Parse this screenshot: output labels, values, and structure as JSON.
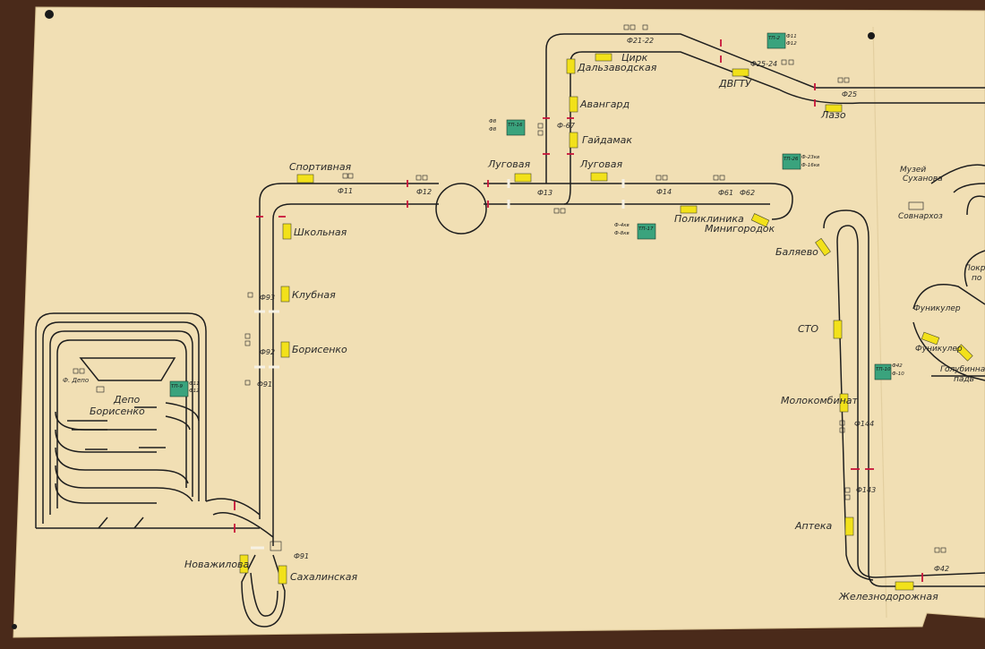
{
  "stations": [
    {
      "id": "sportivnaya",
      "text": "Спортивная"
    },
    {
      "id": "shkolnaya",
      "text": "Школьная"
    },
    {
      "id": "klubnaya",
      "text": "Клубная"
    },
    {
      "id": "borisenko",
      "text": "Борисенко"
    },
    {
      "id": "lugovaya1",
      "text": "Луговая"
    },
    {
      "id": "lugovaya2",
      "text": "Луговая"
    },
    {
      "id": "avangard",
      "text": "Авангард"
    },
    {
      "id": "gaydamak",
      "text": "Гайдамак"
    },
    {
      "id": "dalzavodskaya",
      "text": "Дальзаводская"
    },
    {
      "id": "tsirk",
      "text": "Цирк"
    },
    {
      "id": "dvgtu",
      "text": "ДВГТУ"
    },
    {
      "id": "lazo",
      "text": "Лазо"
    },
    {
      "id": "poliklinika",
      "text": "Поликлиника"
    },
    {
      "id": "minigorodok",
      "text": "Минигородок"
    },
    {
      "id": "balyaevo",
      "text": "Баляево"
    },
    {
      "id": "sto",
      "text": "СТО"
    },
    {
      "id": "molokombinat",
      "text": "Молокомбинат"
    },
    {
      "id": "apteka",
      "text": "Аптека"
    },
    {
      "id": "zheleznodorozhnaya",
      "text": "Железнодорожная"
    },
    {
      "id": "novazhilova",
      "text": "Новажилова"
    },
    {
      "id": "sakhalinskaya",
      "text": "Сахалинская"
    },
    {
      "id": "muzey",
      "text": "Музей"
    },
    {
      "id": "sukhanova",
      "text": "Суханова"
    },
    {
      "id": "sovnarkhoz",
      "text": "Совнархоз"
    },
    {
      "id": "funikuler1",
      "text": "Фуникулер"
    },
    {
      "id": "funikuler2",
      "text": "Фуникулер"
    },
    {
      "id": "golubinaya",
      "text": "Голубинная"
    },
    {
      "id": "pad",
      "text": "падь"
    },
    {
      "id": "pokr",
      "text": "Покр"
    },
    {
      "id": "po",
      "text": "по"
    }
  ],
  "depot": {
    "title": "Депо",
    "name": "Борисенко",
    "feeder": "Ф. Депо"
  },
  "feeders": [
    "Ф11",
    "Ф12",
    "Ф13",
    "Ф14",
    "Ф61",
    "Ф62",
    "Ф25",
    "Ф25-24",
    "Ф21-22",
    "Ф93",
    "Ф92",
    "Ф91",
    "Ф91",
    "Ф144",
    "Ф143",
    "Ф42",
    "Ф-67"
  ],
  "substations": [
    {
      "id": "ts2",
      "no": "ТП-2",
      "l1": "Ф11",
      "l2": "Ф12"
    },
    {
      "id": "ts16",
      "no": "ТП-16",
      "l1": "Ф8",
      "l2": "Ф8"
    },
    {
      "id": "ts17",
      "no": "ТП-17",
      "l1": "Ф-4кв",
      "l2": "Ф-8кв"
    },
    {
      "id": "ts26",
      "no": "ТП-26",
      "l1": "Ф-23кв",
      "l2": "Ф-16кв"
    },
    {
      "id": "ts9",
      "no": "ТП-9",
      "l1": "Ф11",
      "l2": "Ф12"
    },
    {
      "id": "ts10",
      "no": "ТП-10",
      "l1": "Ф42",
      "l2": "Ф-10"
    }
  ],
  "colors": {
    "paper": "#f1dfb4",
    "track": "#1e1e1e",
    "stop": "#f2e11a",
    "substation": "#3aa37d",
    "insulator": "#c8143a",
    "wood": "#4a2a1a"
  }
}
